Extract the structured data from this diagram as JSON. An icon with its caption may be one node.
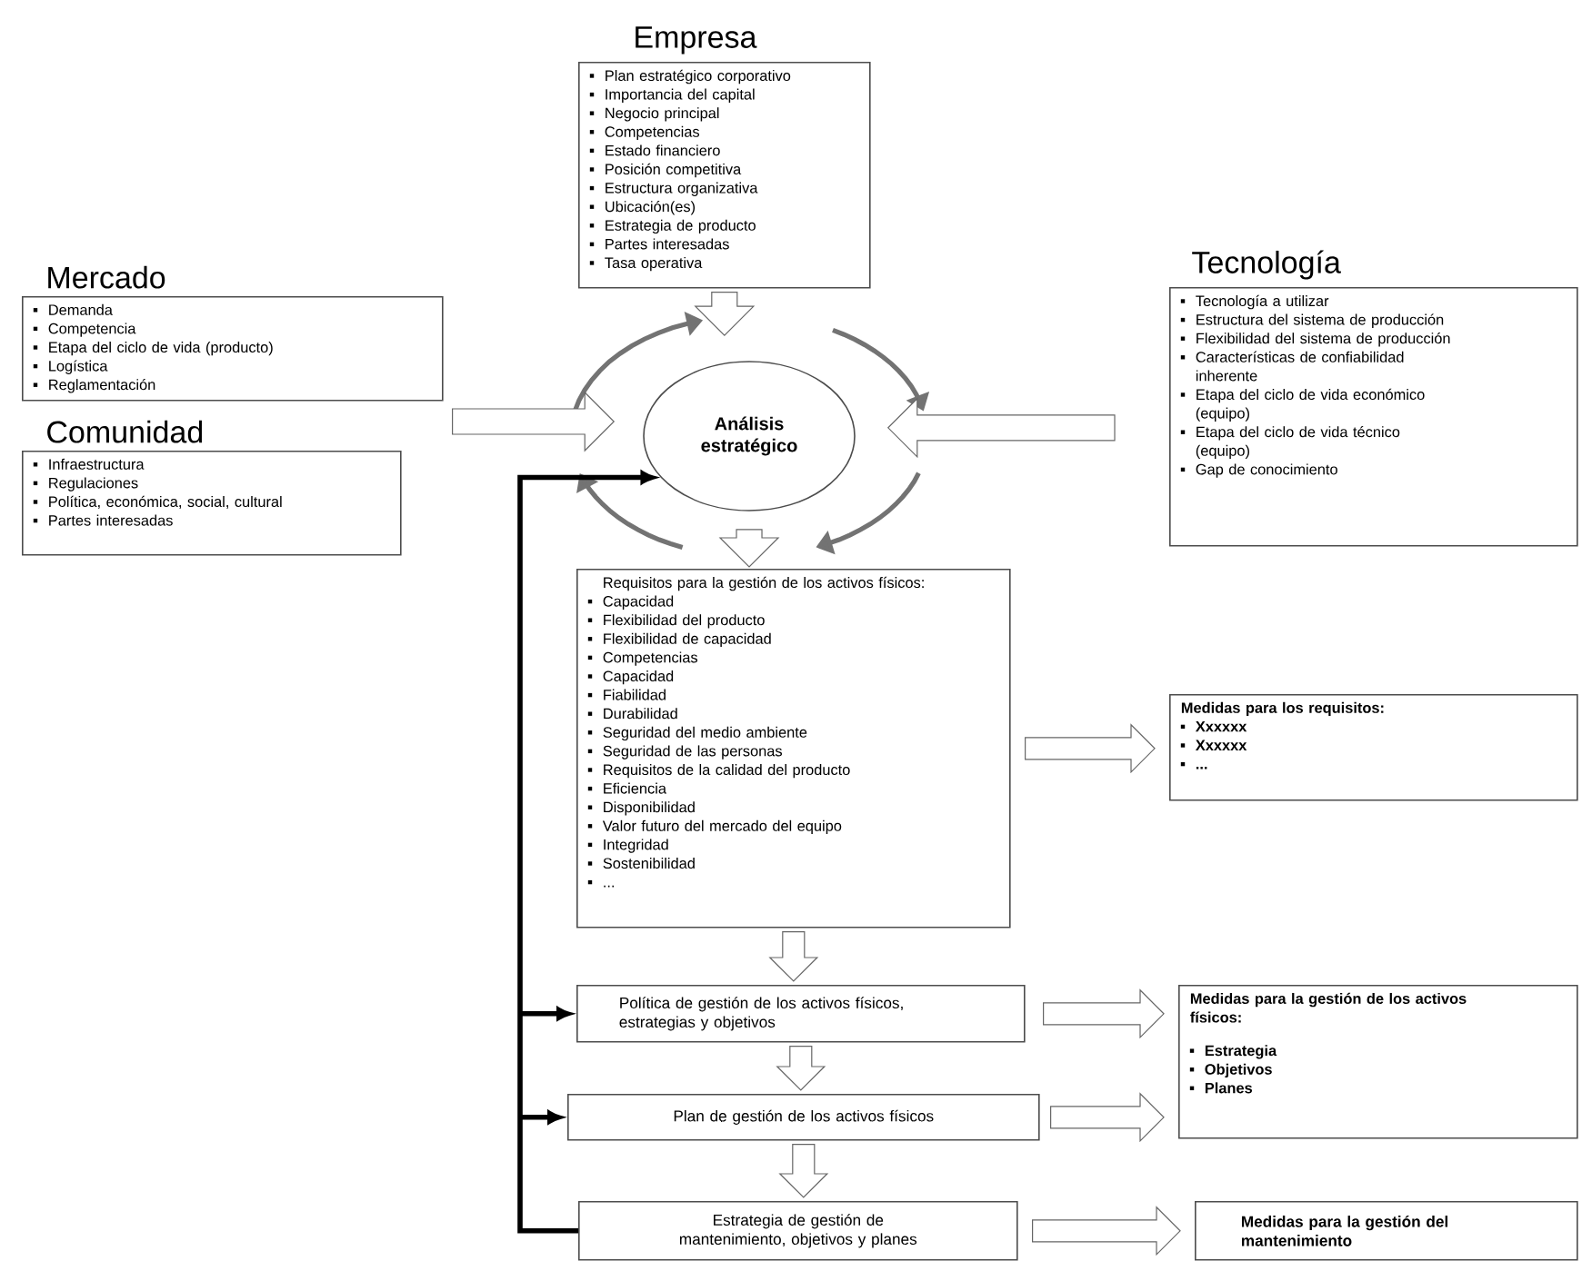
{
  "diagram": {
    "nodes": [
      {
        "text": [
          "Empresa",
          "Plan estratégico corporativo",
          "Importancia del capital",
          "Negocio principal",
          "Competencias",
          "Estado financiero",
          "Posición competitiva",
          "Estructura organizativa",
          "Ubicación(es)",
          "Estrategia de producto",
          "Partes interesadas",
          "Tasa operativa"
        ]
      },
      {
        "text": [
          "Mercado",
          "Demanda",
          "Competencia",
          "Etapa del ciclo de vida (producto)",
          "Logística",
          "Reglamentación"
        ]
      },
      {
        "text": [
          "Comunidad",
          "Infraestructura",
          "Regulaciones",
          "Política, económica, social, cultural",
          "Partes interesadas"
        ]
      },
      {
        "text": [
          "Tecnología",
          "Tecnología a utilizar",
          "Estructura del sistema de producción",
          "Flexibilidad del sistema de producción",
          "Características de confiabilidad inherente",
          "Etapa del ciclo de vida económico (equipo)",
          "Etapa del ciclo de vida técnico (equipo)",
          "Gap de conocimiento"
        ]
      },
      {
        "text": [
          "Análisis estratégico"
        ]
      },
      {
        "text": [
          "Requisitos para la gestión de los activos físicos:",
          "Capacidad",
          "Flexibilidad del producto",
          "Flexibilidad de capacidad",
          "Competencias",
          "Capacidad",
          "Fiabilidad",
          "Durabilidad",
          "Seguridad del medio ambiente",
          "Seguridad de las personas",
          "Requisitos de la calidad del producto",
          "Eficiencia",
          "Disponibilidad",
          "Valor futuro del mercado del equipo",
          "Integridad",
          "Sostenibilidad",
          "..."
        ]
      },
      {
        "text": [
          "Medidas para los requisitos:",
          "Xxxxxx",
          "Xxxxxx",
          "..."
        ]
      },
      {
        "text": [
          "Política de gestión de los activos físicos, estrategias y objetivos"
        ]
      },
      {
        "text": [
          "Medidas para la gestión de los activos físicos:",
          "Estrategia",
          "Objetivos",
          "Planes"
        ]
      },
      {
        "text": [
          "Plan de gestión de los activos físicos"
        ]
      },
      {
        "text": [
          "Estrategia de gestión de mantenimiento, objetivos y planes"
        ]
      },
      {
        "text": [
          "Medidas para la gestión del mantenimiento"
        ]
      }
    ],
    "edges": [
      {
        "from": 0,
        "to": 4,
        "arrow": "to"
      },
      {
        "from": 2,
        "to": 4,
        "arrow": "to"
      },
      {
        "from": 3,
        "to": 4,
        "arrow": "to"
      },
      {
        "from": 4,
        "to": 5,
        "arrow": "to"
      },
      {
        "from": 5,
        "to": 6,
        "arrow": "to"
      },
      {
        "from": 5,
        "to": 7,
        "arrow": "to"
      },
      {
        "from": 7,
        "to": 8,
        "arrow": "to"
      },
      {
        "from": 7,
        "to": 9,
        "arrow": "to"
      },
      {
        "from": 9,
        "to": 8,
        "arrow": "to"
      },
      {
        "from": 9,
        "to": 10,
        "arrow": "to"
      },
      {
        "from": 10,
        "to": 11,
        "arrow": "to"
      },
      {
        "from": 10,
        "to": 4,
        "arrow": "to"
      },
      {
        "from": 10,
        "to": 7,
        "arrow": "to"
      },
      {
        "from": 10,
        "to": 9,
        "arrow": "to"
      }
    ]
  }
}
